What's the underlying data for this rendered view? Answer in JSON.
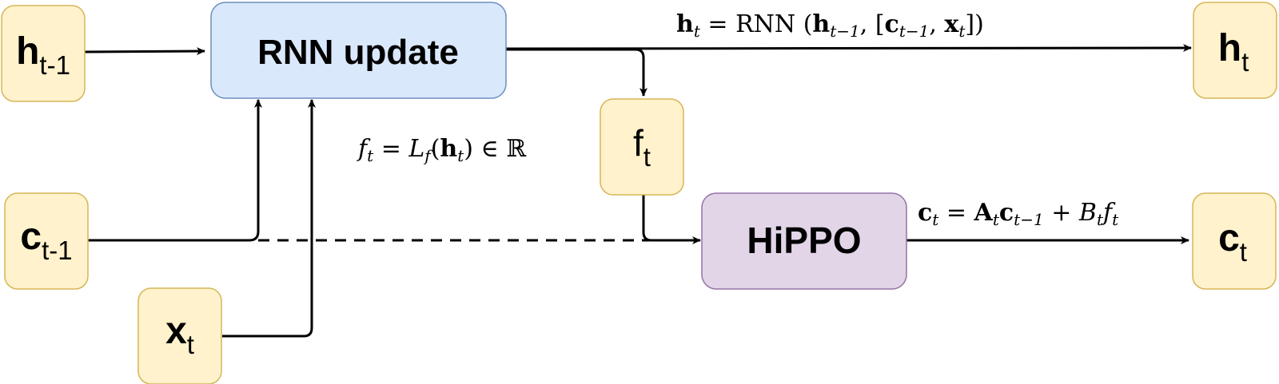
{
  "colors": {
    "input_fill": "#fff2cc",
    "input_stroke": "#d6b656",
    "rnn_fill": "#dae8fc",
    "rnn_stroke": "#6c8ebf",
    "hippo_fill": "#e1d5e7",
    "hippo_stroke": "#9673a6",
    "edge": "#000000"
  },
  "nodes": {
    "rnn_update": {
      "label": "RNN update"
    },
    "hippo": {
      "label": "HiPPO"
    },
    "h_prev": {
      "base": "h",
      "sub": "t-1"
    },
    "h_t": {
      "base": "h",
      "sub": "t"
    },
    "c_prev": {
      "base": "c",
      "sub": "t-1"
    },
    "c_t": {
      "base": "c",
      "sub": "t"
    },
    "x_t": {
      "base": "x",
      "sub": "t"
    },
    "f_t": {
      "base": "f",
      "sub": "t"
    }
  },
  "equations": {
    "h_update": {
      "lhs": "h",
      "lhs_sub": "t",
      "eq": " = RNN (",
      "p1": "h",
      "p1_sub": "t−1",
      "p2_open": ", [",
      "p3": "c",
      "p3_sub": "t−1",
      "p4_sep": ", ",
      "p5": "x",
      "p5_sub": "t",
      "close": "])"
    },
    "f_def": {
      "f": "f",
      "f_sub": "t",
      "eq": " = ",
      "L": "L",
      "L_sub": "f",
      "open": "(",
      "h": "h",
      "h_sub": "t",
      "close": ") ∈ ℝ"
    },
    "c_update": {
      "c": "c",
      "c_sub": "t",
      "eq": " = ",
      "A": "A",
      "A_sub": "t",
      "c2": "c",
      "c2_sub": "t−1",
      "plus": " + ",
      "B": "B",
      "B_sub": "t",
      "f": "f",
      "f_sub": "t"
    }
  }
}
